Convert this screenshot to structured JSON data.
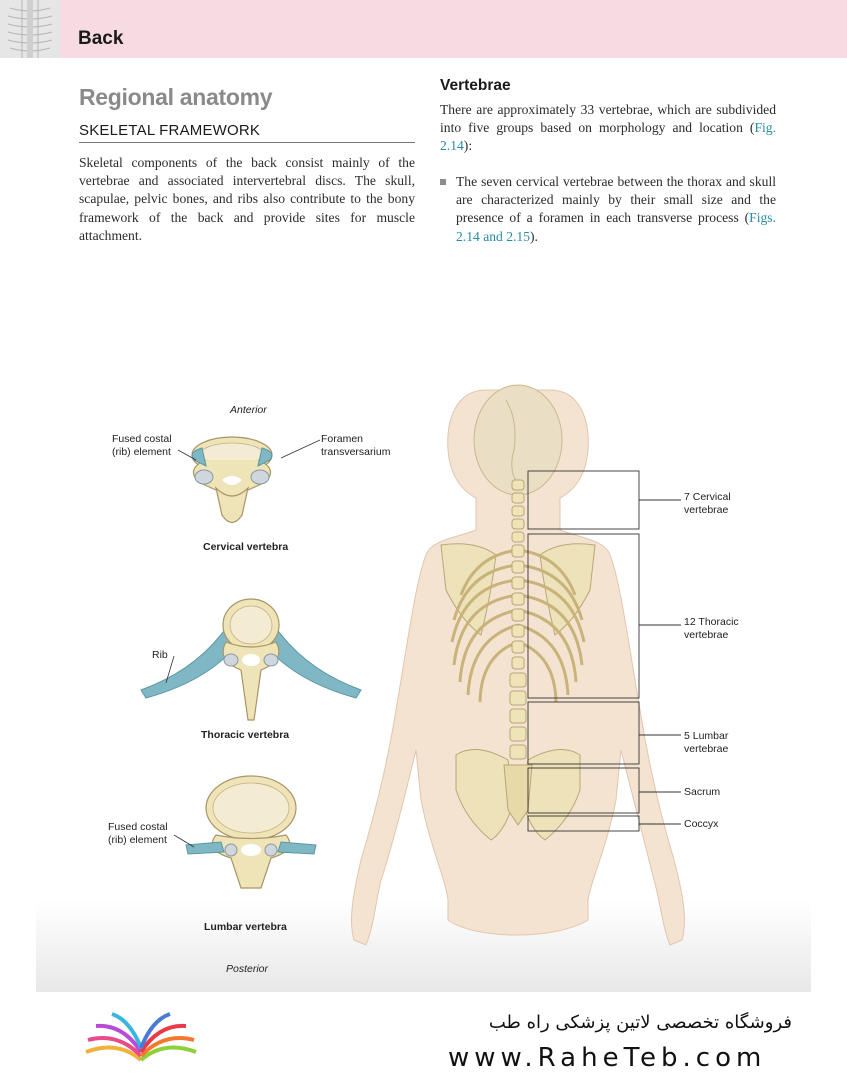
{
  "header": {
    "title": "Back"
  },
  "left": {
    "heading": "Regional anatomy",
    "subheading": "SKELETAL FRAMEWORK",
    "paragraph": "Skeletal components of the back consist mainly of the vertebrae and associated intervertebral discs. The skull, scapulae, pelvic bones, and ribs also contribute to the bony framework of the back and provide sites for muscle attachment."
  },
  "right": {
    "heading": "Vertebrae",
    "para_pre": "There are approximately 33 vertebrae, which are subdivided into five groups based on morphology and location (",
    "para_link": "Fig. 2.14",
    "para_post": "):",
    "bullet_pre": "The seven cervical vertebrae between the thorax and skull are characterized mainly by their small size and the presence of a foramen in each transverse process (",
    "bullet_link": "Figs. 2.14 and 2.15",
    "bullet_post": ")."
  },
  "figure": {
    "anterior": "Anterior",
    "posterior": "Posterior",
    "fused_costal_1": "Fused costal (rib) element",
    "foramen": "Foramen transversarium",
    "cervical_caption": "Cervical vertebra",
    "rib": "Rib",
    "thoracic_caption": "Thoracic vertebra",
    "fused_costal_2": "Fused costal (rib) element",
    "lumbar_caption": "Lumbar vertebra",
    "groups": {
      "cervical": "7 Cervical vertebrae",
      "thoracic": "12 Thoracic vertebrae",
      "lumbar": "5 Lumbar vertebrae",
      "sacrum": "Sacrum",
      "coccyx": "Coccyx"
    }
  },
  "footer": {
    "store_name": "فروشگاه تخصصی لاتین پزشکی  راه طب",
    "website": "www.RaheTeb.com"
  },
  "colors": {
    "header_bg": "#f8dbe2",
    "link": "#2a8aa6",
    "bone": "#efe3b8",
    "cartilage": "#7fb8c4",
    "skin": "#f4e0cc"
  }
}
